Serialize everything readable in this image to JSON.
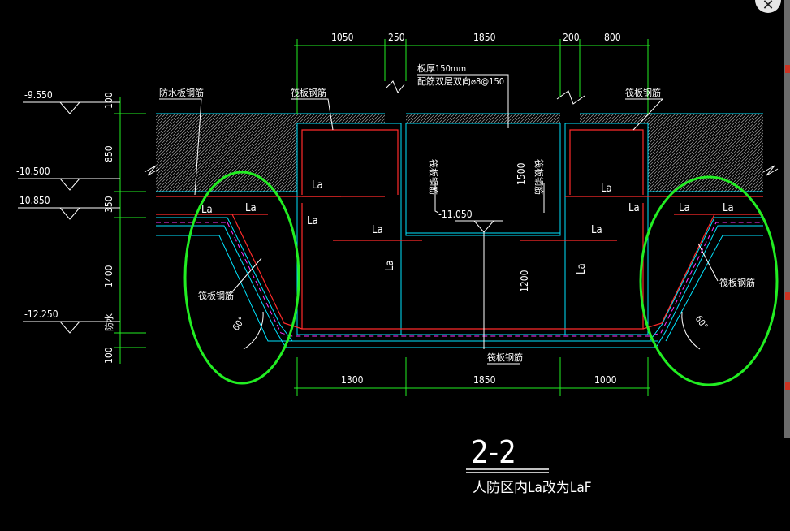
{
  "drawing": {
    "section_title": "2-2",
    "section_note": "人防区内La改为LaF",
    "top_dims": [
      "1050",
      "250",
      "1850",
      "200",
      "800"
    ],
    "bottom_dims": [
      "1300",
      "1850",
      "1000"
    ],
    "left_dims": [
      "100",
      "850",
      "350",
      "1400",
      "防水",
      "100"
    ],
    "elevations": [
      "-9.550",
      "-10.500",
      "-10.850",
      "-12.250"
    ],
    "pit_elevation": "-11.050",
    "pit_depth": "1200",
    "wall_height": "1500",
    "labels": {
      "waterproof_slab_rebar": "防水板钢筋",
      "raft_rebar_left": "筏板钢筋",
      "raft_rebar_right": "筏板钢筋",
      "raft_rebar_slope_left": "筏板钢筋",
      "raft_rebar_slope_right": "筏板钢筋",
      "raft_rebar_bottom": "筏板钢筋",
      "cover_note_1": "板厚150mm",
      "cover_note_2": "配筋双层双向⌀8@150",
      "wall_note_left": "筏板钢筋",
      "wall_note_right": "筏板钢筋"
    },
    "anchor_label": "La",
    "angle_left": "60°",
    "angle_right": "60°"
  },
  "colors": {
    "background": "#000000",
    "line_white": "#ffffff",
    "line_cyan": "#00ffff",
    "rebar_red": "#ff2a2a",
    "highlight_green": "#22ee22",
    "hatch": "#9a9a9a",
    "magenta": "#ff33ff"
  },
  "ui": {
    "close_icon": "close-icon"
  }
}
